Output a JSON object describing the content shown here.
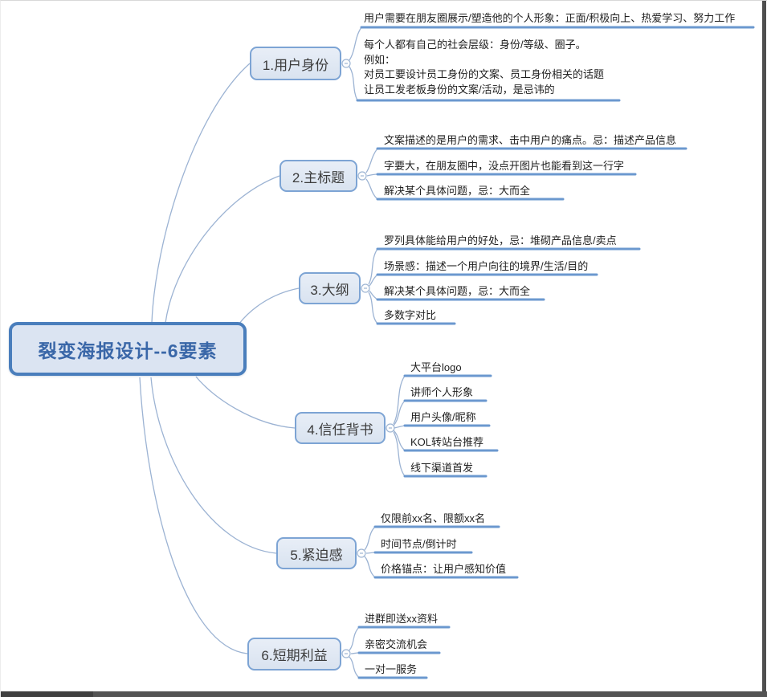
{
  "map": {
    "root": {
      "label": "裂变海报设计--6要素"
    },
    "branches": [
      {
        "label": "1.用户身份",
        "leaves": [
          "用户需要在朋友圈展示/塑造他的个人形象：正面/积极向上、热爱学习、努力工作",
          "每个人都有自己的社会层级：身份/等级、圈子。\n例如：\n对员工要设计员工身份的文案、员工身份相关的话题\n让员工发老板身份的文案/活动，是忌讳的"
        ]
      },
      {
        "label": "2.主标题",
        "leaves": [
          "文案描述的是用户的需求、击中用户的痛点。忌：描述产品信息",
          "字要大，在朋友圈中，没点开图片也能看到这一行字",
          "解决某个具体问题，忌：大而全"
        ]
      },
      {
        "label": "3.大纲",
        "leaves": [
          "罗列具体能给用户的好处，忌：堆砌产品信息/卖点",
          "场景感：描述一个用户向往的境界/生活/目的",
          "解决某个具体问题，忌：大而全",
          "多数字对比"
        ]
      },
      {
        "label": "4.信任背书",
        "leaves": [
          "大平台logo",
          "讲师个人形象",
          "用户头像/昵称",
          "KOL转站台推荐",
          "线下渠道首发"
        ]
      },
      {
        "label": "5.紧迫感",
        "leaves": [
          "仅限前xx名、限额xx名",
          "时间节点/倒计时",
          "价格锚点：让用户感知价值"
        ]
      },
      {
        "label": "6.短期利益",
        "leaves": [
          "进群即送xx资料",
          "亲密交流机会",
          "一对一服务"
        ]
      }
    ],
    "colors": {
      "root_border": "#4a7ebc",
      "root_fill": "#dbe4f2",
      "root_text": "#3a67a8",
      "branch_border": "#7da4d4",
      "branch_fill": "#dde6f2",
      "leaf_underline": "#6b98cf",
      "connector": "#9cb3d3"
    }
  }
}
